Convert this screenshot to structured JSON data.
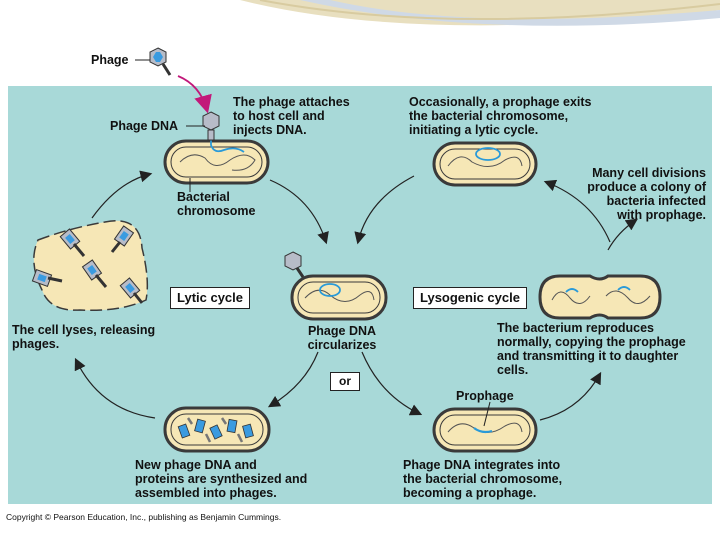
{
  "labels": {
    "phage": "Phage",
    "phage_dna": "Phage DNA",
    "attach": [
      "The phage attaches",
      "to host cell and",
      "injects DNA."
    ],
    "bacterial_chromosome": [
      "Bacterial",
      "chromosome"
    ],
    "prophage_exits": [
      "Occasionally, a prophage exits",
      "the bacterial chromosome,",
      "initiating a lytic cycle."
    ],
    "cell_divisions": [
      "Many cell divisions",
      "produce a colony of",
      "bacteria infected",
      "with prophage."
    ],
    "lytic_cycle": "Lytic cycle",
    "lysogenic_cycle": "Lysogenic cycle",
    "lyses": [
      "The cell lyses, releasing",
      "phages."
    ],
    "circularizes": [
      "Phage DNA",
      "circularizes"
    ],
    "reproduces": [
      "The bacterium reproduces",
      "normally, copying the prophage",
      "and transmitting it to daughter",
      "cells."
    ],
    "or": "or",
    "prophage": "Prophage",
    "synthesized": [
      "New phage DNA and",
      "proteins are synthesized and",
      "assembled into phages."
    ],
    "integrates": [
      "Phage DNA integrates into",
      "the bacterial chromosome,",
      "becoming a prophage."
    ]
  },
  "copyright": "Copyright © Pearson Education, Inc., publishing as Benjamin Cummings.",
  "colors": {
    "panel": "#a8d9d8",
    "cell_fill": "#f6e7b6",
    "cell_outline": "#3a3a3a",
    "phage_dna": "#2a9ad8",
    "phage_head": "#b7bcc8",
    "arrow": "#222222",
    "attach_arrow": "#c2187a",
    "header_swoosh": "#d8cba0"
  }
}
